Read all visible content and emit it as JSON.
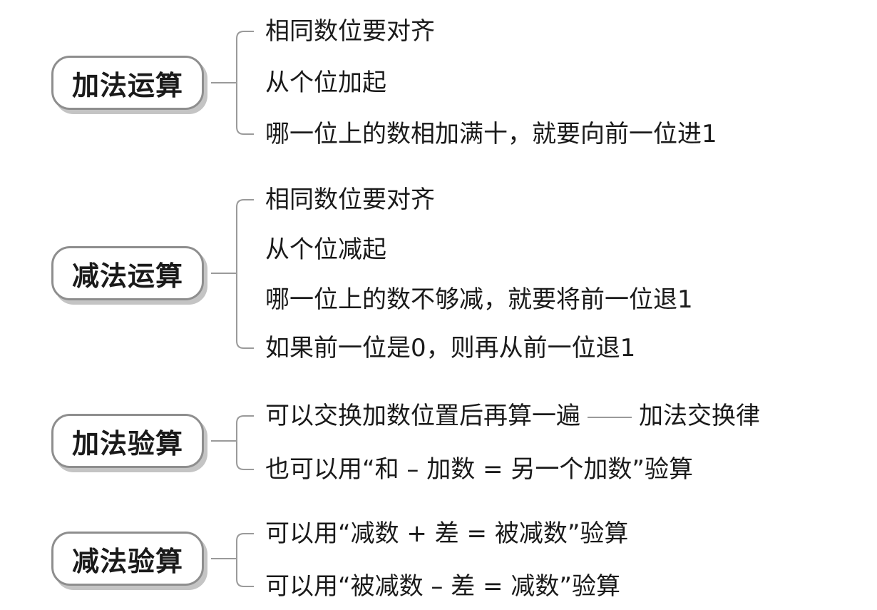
{
  "colors": {
    "line": "#9a9a9a",
    "node_border": "#8e8e8e",
    "node_shadow": "#c4c4c4",
    "text": "#1a1a1a"
  },
  "groups": [
    {
      "label": "加法运算",
      "items": [
        {
          "text": "相同数位要对齐"
        },
        {
          "text": "从个位加起"
        },
        {
          "text": "哪一位上的数相加满十，就要向前一位进1"
        }
      ]
    },
    {
      "label": "减法运算",
      "items": [
        {
          "text": "相同数位要对齐"
        },
        {
          "text": "从个位减起"
        },
        {
          "text": "哪一位上的数不够减，就要将前一位退1"
        },
        {
          "text": "如果前一位是0，则再从前一位退1"
        }
      ]
    },
    {
      "label": "加法验算",
      "items": [
        {
          "text": "可以交换加数位置后再算一遍",
          "suffix": "加法交换律"
        },
        {
          "text": "也可以用“和 – 加数 = 另一个加数”验算"
        }
      ]
    },
    {
      "label": "减法验算",
      "items": [
        {
          "text": "可以用“减数 + 差 = 被减数”验算"
        },
        {
          "text": "可以用“被减数 – 差 = 减数”验算"
        }
      ]
    }
  ]
}
